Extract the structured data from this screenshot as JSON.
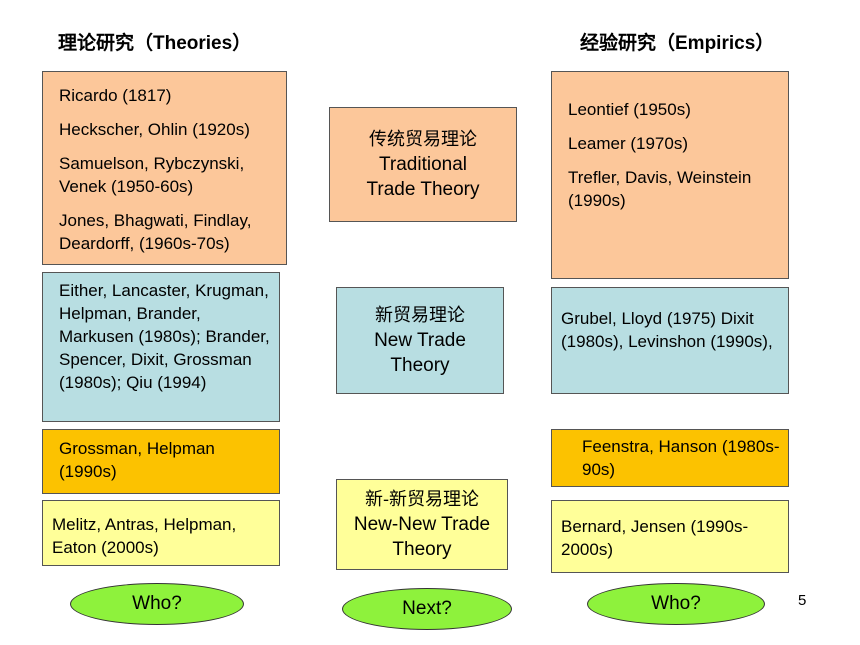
{
  "headers": {
    "theories": "理论研究（Theories）",
    "empirics": "经验研究（Empirics）"
  },
  "theories": {
    "traditional": [
      "Ricardo (1817)",
      "Heckscher, Ohlin (1920s)",
      "Samuelson, Rybczynski, Venek (1950-60s)",
      "Jones, Bhagwati, Findlay, Deardorff, (1960s-70s)"
    ],
    "new_trade": "Either, Lancaster, Krugman, Helpman, Brander, Markusen (1980s); Brander, Spencer, Dixit, Grossman (1980s); Qiu (1994)",
    "mid": "Grossman, Helpman (1990s)",
    "new_new": "Melitz, Antras, Helpman, Eaton (2000s)"
  },
  "center": {
    "traditional": {
      "cn": "传统贸易理论",
      "en": "Traditional Trade Theory"
    },
    "new_trade": {
      "cn": "新贸易理论",
      "en": "New Trade Theory"
    },
    "new_new": {
      "cn": "新-新贸易理论",
      "en": "New-New Trade Theory"
    }
  },
  "empirics": {
    "traditional": [
      "Leontief (1950s)",
      "Leamer (1970s)",
      "Trefler, Davis, Weinstein (1990s)"
    ],
    "new_trade": "Grubel, Lloyd (1975) Dixit (1980s), Levinshon (1990s),",
    "mid": "Feenstra, Hanson (1980s- 90s)",
    "new_new": "Bernard, Jensen (1990s-2000s)"
  },
  "ovals": {
    "left": "Who?",
    "center": "Next?",
    "right": "Who?"
  },
  "page_number": "5",
  "colors": {
    "peach": "#fcc79a",
    "teal": "#b8dee2",
    "gold": "#fcc200",
    "cream": "#ffff99",
    "oval_green": "#8ef23c"
  }
}
